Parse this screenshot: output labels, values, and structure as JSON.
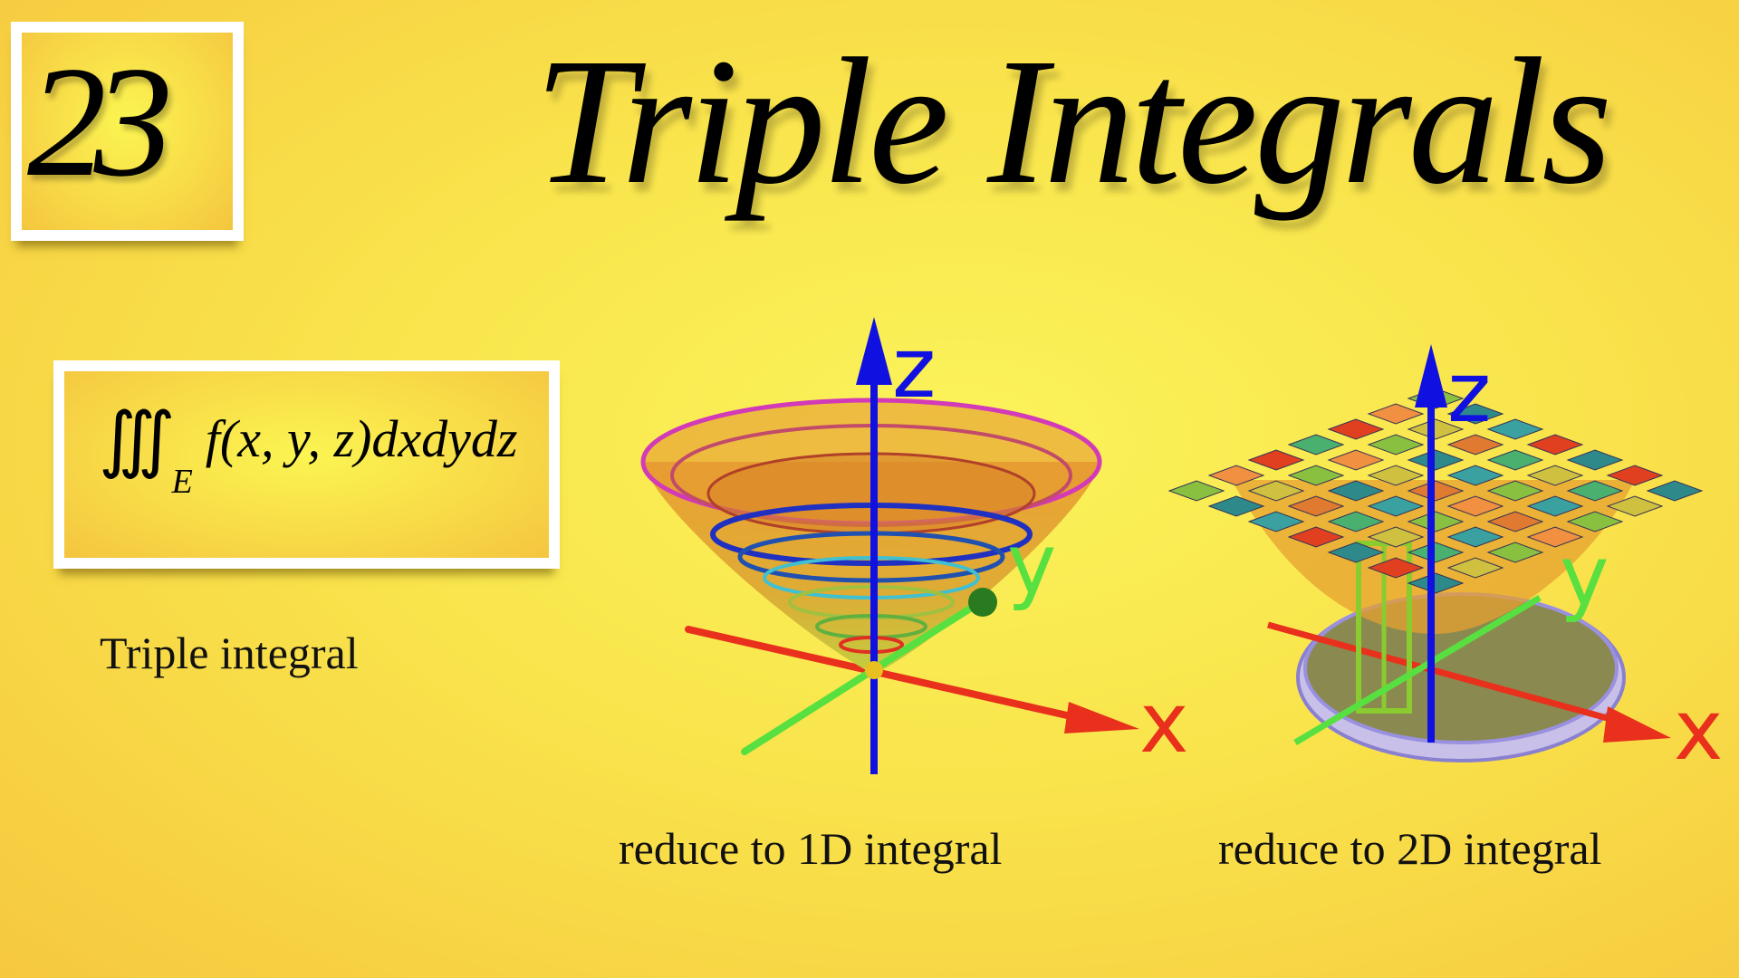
{
  "badge": {
    "number": "23"
  },
  "title": "Triple Integrals",
  "formula": {
    "integral": "∭",
    "region": "E",
    "integrand": "f(x, y, z)dxdydz"
  },
  "captions": {
    "triple": "Triple integral",
    "reduce_1d": "reduce to 1D integral",
    "reduce_2d": "reduce to 2D integral"
  },
  "axes": {
    "x": "x",
    "y": "y",
    "z": "z"
  },
  "colors": {
    "x_axis": "#e8301c",
    "y_axis": "#58e040",
    "z_axis": "#1010e0",
    "background": "#f9e44c"
  }
}
